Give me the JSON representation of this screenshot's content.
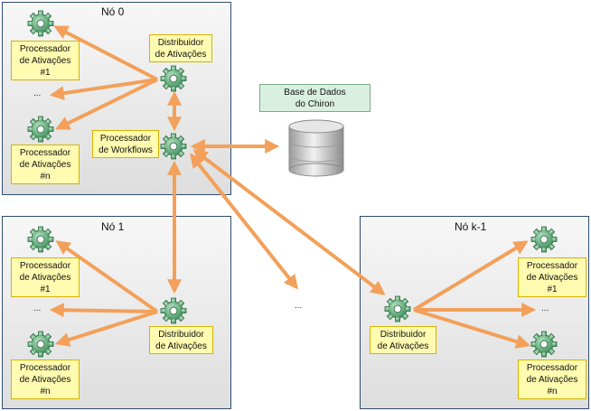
{
  "nodes": {
    "node0": {
      "title": "Nó 0"
    },
    "node1": {
      "title": "Nó 1"
    },
    "nodek": {
      "title": "Nó k-1"
    }
  },
  "labels": {
    "proc1": "Processador\nde Ativações\n#1",
    "procn": "Processador\nde Ativações\n#n",
    "distrib": "Distribuidor\nde Ativações",
    "workflow": "Processador\nde Workflows",
    "database": "Base de Dados\ndo Chiron",
    "ellipsis": "..."
  },
  "colors": {
    "arrow": "#f2a05a",
    "gear": "#4fa06e",
    "database": "#c8c8c8"
  }
}
